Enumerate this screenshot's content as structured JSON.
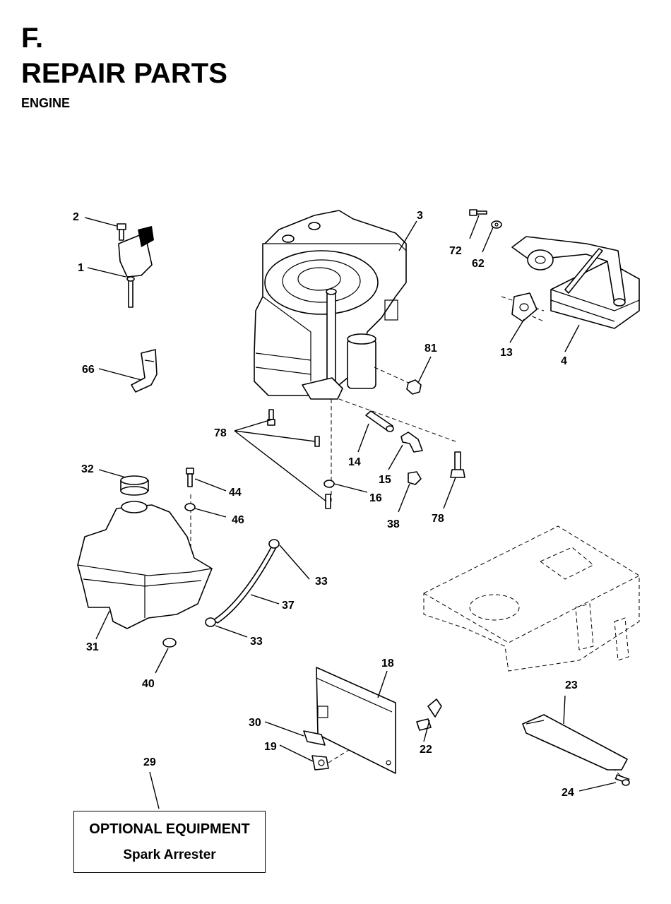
{
  "header": {
    "section": "F.",
    "title": "REPAIR PARTS",
    "subtitle": "ENGINE"
  },
  "callouts": {
    "c1": "1",
    "c2": "2",
    "c3": "3",
    "c4": "4",
    "c13": "13",
    "c14": "14",
    "c15": "15",
    "c16": "16",
    "c18": "18",
    "c19": "19",
    "c22": "22",
    "c23": "23",
    "c24": "24",
    "c29": "29",
    "c30": "30",
    "c31": "31",
    "c32": "32",
    "c33a": "33",
    "c33b": "33",
    "c37": "37",
    "c38": "38",
    "c40": "40",
    "c44": "44",
    "c46": "46",
    "c62": "62",
    "c66": "66",
    "c72": "72",
    "c78a": "78",
    "c78b": "78",
    "c81": "81"
  },
  "optional_box": {
    "title": "OPTIONAL EQUIPMENT",
    "item": "Spark Arrester"
  }
}
